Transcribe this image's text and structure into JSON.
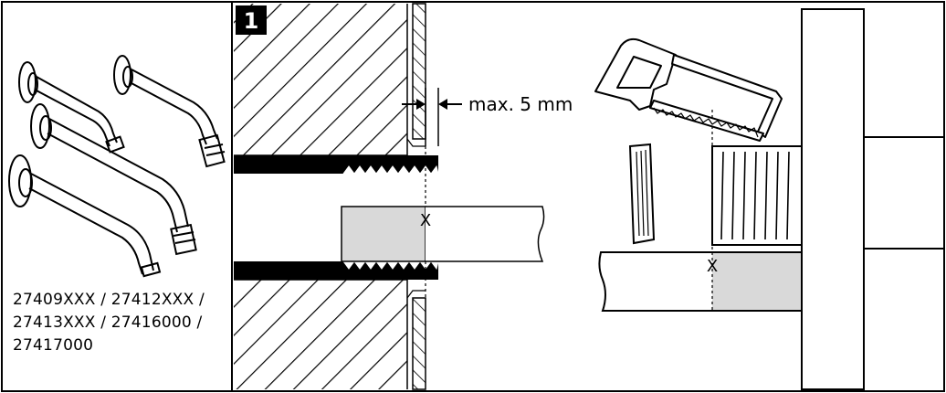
{
  "step": {
    "number": "1"
  },
  "products": {
    "codes": [
      "27409XXX / 27412XXX /",
      "27413XXX / 27416000 /",
      "27417000"
    ]
  },
  "measurement": {
    "label": "max. 5 mm"
  },
  "cut_marks": {
    "left": "X",
    "right": "X"
  },
  "colors": {
    "line": "#000000",
    "fill_grey": "#d9d9d9",
    "background": "#ffffff"
  }
}
